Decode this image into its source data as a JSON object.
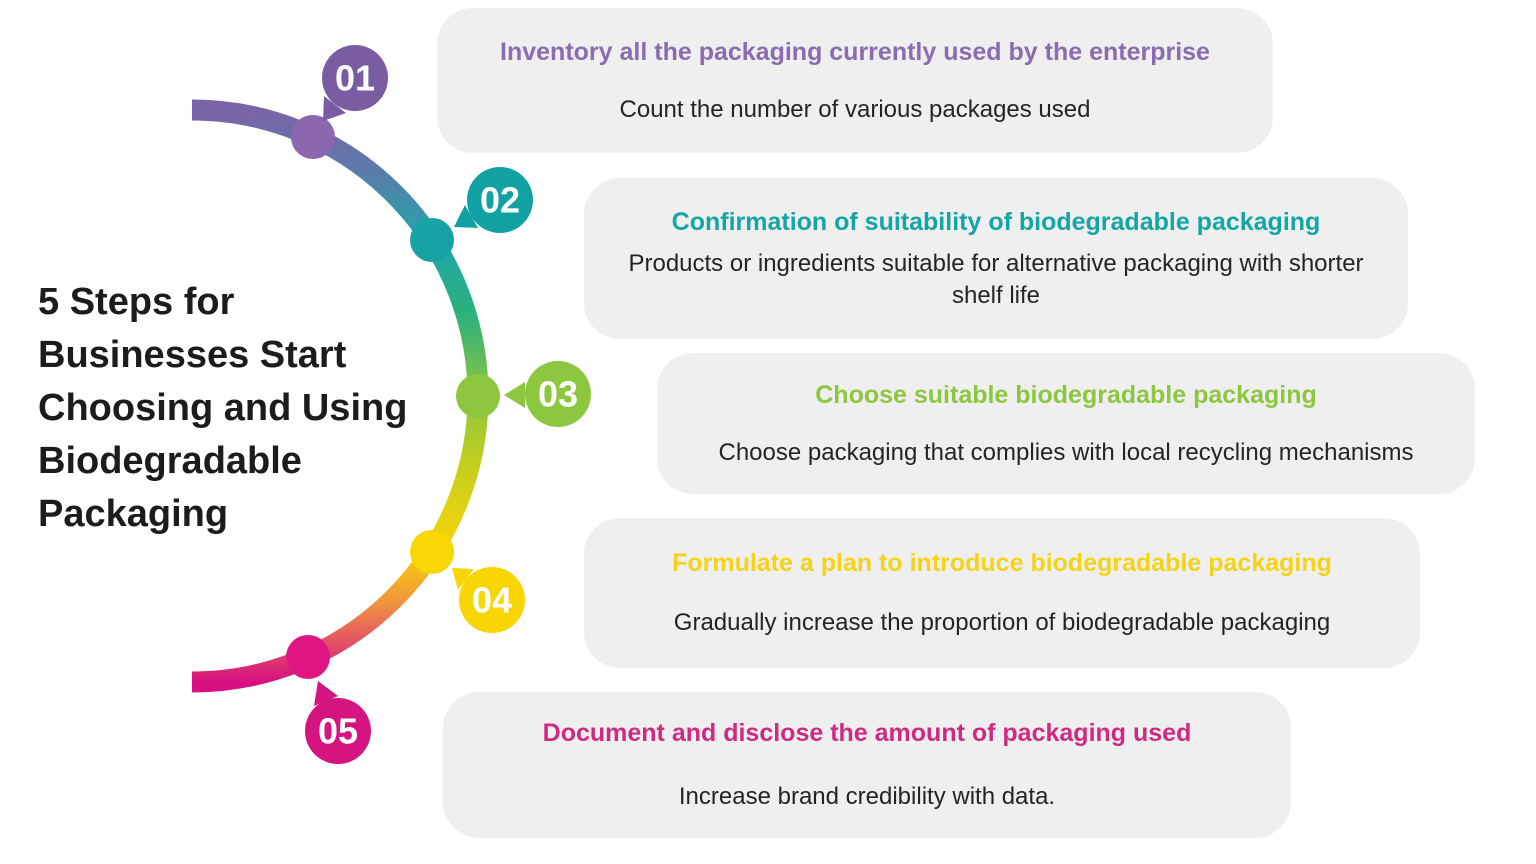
{
  "title": {
    "lines": [
      "5 Steps for",
      "Businesses Start",
      "Choosing and Using",
      "Biodegradable",
      "Packaging"
    ],
    "color": "#1d1c1b"
  },
  "steps": [
    {
      "number": "01",
      "badge_color": "#7a5ca2",
      "dot_color": "#8a67ae",
      "heading": "Inventory all the packaging currently used by the enterprise",
      "heading_color": "#8a6cb0",
      "body": "Count the number of various packages used"
    },
    {
      "number": "02",
      "badge_color": "#12a1a2",
      "dot_color": "#16a3a4",
      "heading": "Confirmation of suitability of biodegradable packaging",
      "heading_color": "#14a5a5",
      "body": "Products or ingredients suitable for alternative packaging with shorter shelf life"
    },
    {
      "number": "03",
      "badge_color": "#8dc63f",
      "dot_color": "#8cc63e",
      "heading": "Choose suitable biodegradable packaging",
      "heading_color": "#8dc63f",
      "body": "Choose packaging that complies with local recycling mechanisms"
    },
    {
      "number": "04",
      "badge_color": "#f8d504",
      "dot_color": "#f8d704",
      "heading": "Formulate a plan to introduce biodegradable packaging",
      "heading_color": "#f5d318",
      "body": "Gradually increase the proportion of biodegradable packaging"
    },
    {
      "number": "05",
      "badge_color": "#d4157f",
      "dot_color": "#df1583",
      "heading": "Document and disclose the amount of packaging used",
      "heading_color": "#cf2a81",
      "body": "Increase brand credibility with data."
    }
  ],
  "arc_gradient": {
    "0": "#7b63a7",
    "1": "#5e7aaa",
    "2": "#1fa6ab",
    "3": "#2db27b",
    "4": "#8cc63e",
    "5": "#c9cf1d",
    "6": "#f7d408",
    "7": "#f0953e",
    "8": "#e04a6b",
    "9": "#d6117f"
  },
  "card_background": "#efefef",
  "body_text_color": "#262324"
}
